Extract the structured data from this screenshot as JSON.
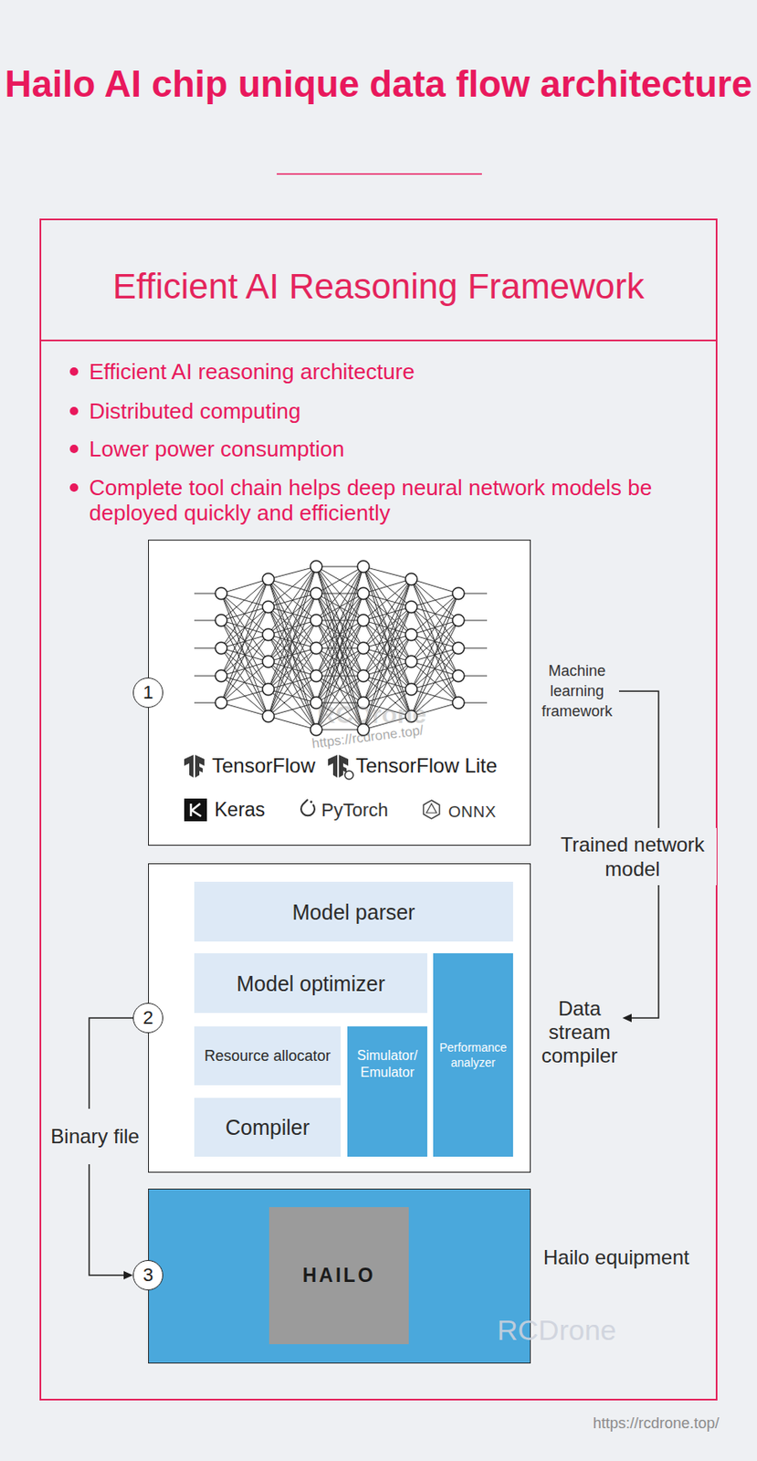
{
  "diagram": {
    "title": "Hailo AI chip unique data flow architecture",
    "nodes": [
      {
        "text": [
          "Efficient AI Reasoning Framework",
          "Efficient AI reasoning architecture",
          "Distributed computing",
          "Lower power consumption",
          "Complete tool chain helps deep neural network models be deployed quickly and efficiently"
        ]
      },
      {
        "text": [
          "Machine learning framework",
          "TensorFlow",
          "TensorFlow Lite",
          "Keras",
          "PyTorch",
          "ONNX"
        ],
        "in": 0
      },
      {
        "text": [
          "1"
        ],
        "in": 0
      },
      {
        "text": [
          "Data stream compiler"
        ],
        "in": 0
      },
      {
        "text": [
          "Model parser"
        ],
        "in": 3
      },
      {
        "text": [
          "Model optimizer"
        ],
        "in": 3
      },
      {
        "text": [
          "Performance analyzer"
        ],
        "in": 3
      },
      {
        "text": [
          "Resource allocator"
        ],
        "in": 3
      },
      {
        "text": [
          "Simulator/ Emulator"
        ],
        "in": 3
      },
      {
        "text": [
          "Compiler"
        ],
        "in": 3
      },
      {
        "text": [
          "2"
        ],
        "in": 0
      },
      {
        "text": [
          "Hailo equipment"
        ],
        "in": 0
      },
      {
        "text": [
          "HAILO"
        ],
        "in": 11
      },
      {
        "text": [
          "3"
        ],
        "in": 0
      }
    ],
    "edges": [
      {
        "from": 1,
        "to": 3,
        "arrow": "to",
        "label": "Trained network model"
      },
      {
        "from": 10,
        "to": 13,
        "arrow": "to",
        "label": "Binary file"
      }
    ],
    "labels": [
      "RCDrone",
      "https://rcdrone.top/",
      "RCDrone",
      "https://rcdrone.top/"
    ]
  }
}
